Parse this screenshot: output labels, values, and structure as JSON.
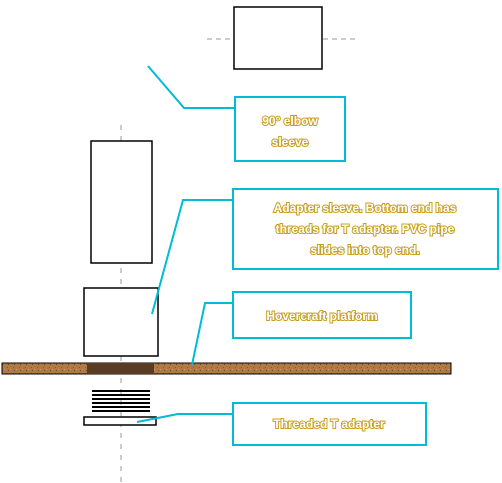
{
  "labels": {
    "elbow": [
      "90° elbow",
      "sleeve"
    ],
    "adapter": [
      "Adapter sleeve.  Bottom end has",
      "threads for T adapter.  PVC pipe",
      "slides into top end."
    ],
    "platform": [
      "Hovercraft platform"
    ],
    "tadapter": [
      "Threaded T adapter"
    ]
  },
  "colors": {
    "callout": "#00bcd4",
    "label_text": "#ffffff",
    "label_outline": "#c8a020",
    "platform": "#b07a47",
    "platform_band": "#5a3b24",
    "part_outline": "#000000",
    "centerline": "#9a9a9a"
  }
}
